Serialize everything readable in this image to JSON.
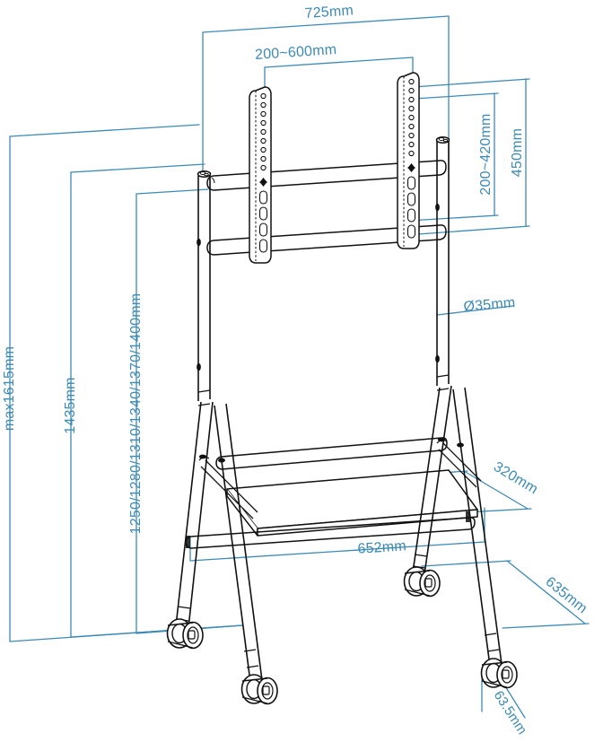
{
  "drawing": {
    "title": "TV cart stand dimensioned technical drawing",
    "units": "mm",
    "line_color_dimension": "#3d8ab5",
    "line_color_outline": "#111111",
    "background": "#ffffff"
  },
  "dimensions": {
    "overall_width_top": "725mm",
    "mount_width_range": "200~600mm",
    "mount_height_range": "200~420mm",
    "bracket_height": "450mm",
    "tube_diameter": "Ø35mm",
    "max_total_height": "max1615mm",
    "secondary_height": "1435mm",
    "adjustable_heights": "1250/1280/1310/1340/1370/1400mm",
    "shelf_depth": "320mm",
    "shelf_width": "652mm",
    "base_depth": "635mm",
    "caster_size": "63.5mm"
  },
  "labels": [
    {
      "id": "width-725",
      "text": "725mm"
    },
    {
      "id": "vesa-width",
      "text": "200~600mm"
    },
    {
      "id": "vesa-height",
      "text": "200~420mm"
    },
    {
      "id": "bracket-450",
      "text": "450mm"
    },
    {
      "id": "tube-dia",
      "text": "Ø35mm"
    },
    {
      "id": "max-height",
      "text": "max1615mm"
    },
    {
      "id": "height-1435",
      "text": "1435mm"
    },
    {
      "id": "height-steps",
      "text": "1250/1280/1310/1340/1370/1400mm"
    },
    {
      "id": "depth-320",
      "text": "320mm"
    },
    {
      "id": "width-652",
      "text": "652mm"
    },
    {
      "id": "depth-635",
      "text": "635mm"
    },
    {
      "id": "caster-63-5",
      "text": "63.5mm"
    }
  ]
}
